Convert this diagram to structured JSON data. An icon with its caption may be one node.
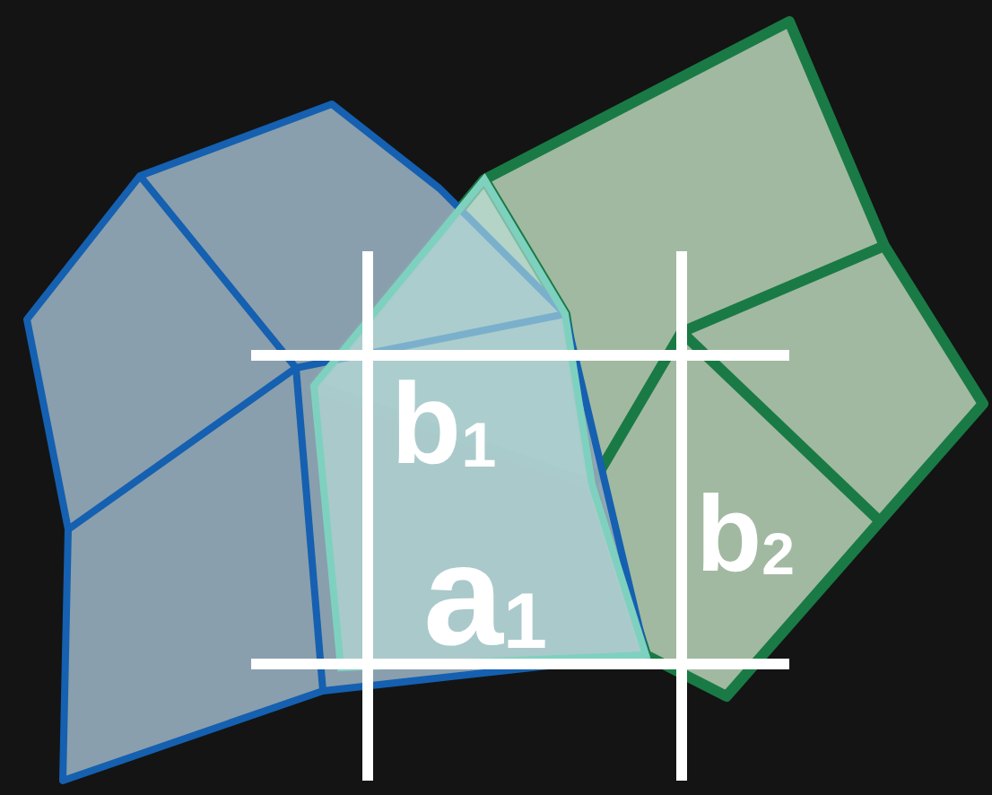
{
  "diagram": {
    "labels": [
      "b$_{1}$",
      "b$_{2}$",
      "a$_{1}$"
    ]
  }
}
